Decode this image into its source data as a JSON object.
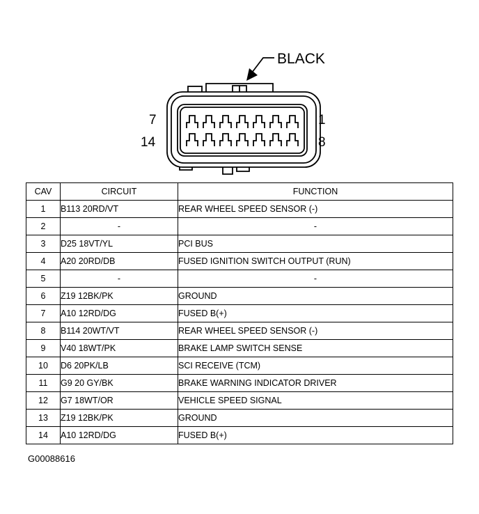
{
  "connector": {
    "color_label": "BLACK",
    "pin_labels": {
      "top_left": "7",
      "top_right": "1",
      "bottom_left": "14",
      "bottom_right": "8"
    }
  },
  "table": {
    "headers": {
      "cav": "CAV",
      "circuit": "CIRCUIT",
      "function": "FUNCTION"
    },
    "rows": [
      {
        "cav": "1",
        "circuit": "B113 20RD/VT",
        "function": "REAR WHEEL SPEED SENSOR (-)"
      },
      {
        "cav": "2",
        "circuit": "-",
        "function": "-"
      },
      {
        "cav": "3",
        "circuit": "D25 18VT/YL",
        "function": "PCI BUS"
      },
      {
        "cav": "4",
        "circuit": "A20 20RD/DB",
        "function": "FUSED IGNITION SWITCH OUTPUT (RUN)"
      },
      {
        "cav": "5",
        "circuit": "-",
        "function": "-"
      },
      {
        "cav": "6",
        "circuit": "Z19 12BK/PK",
        "function": "GROUND"
      },
      {
        "cav": "7",
        "circuit": "A10 12RD/DG",
        "function": "FUSED B(+)"
      },
      {
        "cav": "8",
        "circuit": "B114 20WT/VT",
        "function": "REAR WHEEL SPEED SENSOR (-)"
      },
      {
        "cav": "9",
        "circuit": "V40 18WT/PK",
        "function": "BRAKE LAMP SWITCH SENSE"
      },
      {
        "cav": "10",
        "circuit": "D6 20PK/LB",
        "function": "SCI RECEIVE (TCM)"
      },
      {
        "cav": "11",
        "circuit": "G9 20 GY/BK",
        "function": "BRAKE WARNING INDICATOR DRIVER"
      },
      {
        "cav": "12",
        "circuit": "G7 18WT/OR",
        "function": "VEHICLE SPEED SIGNAL"
      },
      {
        "cav": "13",
        "circuit": "Z19 12BK/PK",
        "function": "GROUND"
      },
      {
        "cav": "14",
        "circuit": "A10 12RD/DG",
        "function": "FUSED B(+)"
      }
    ]
  },
  "figure_id": "G00088616"
}
